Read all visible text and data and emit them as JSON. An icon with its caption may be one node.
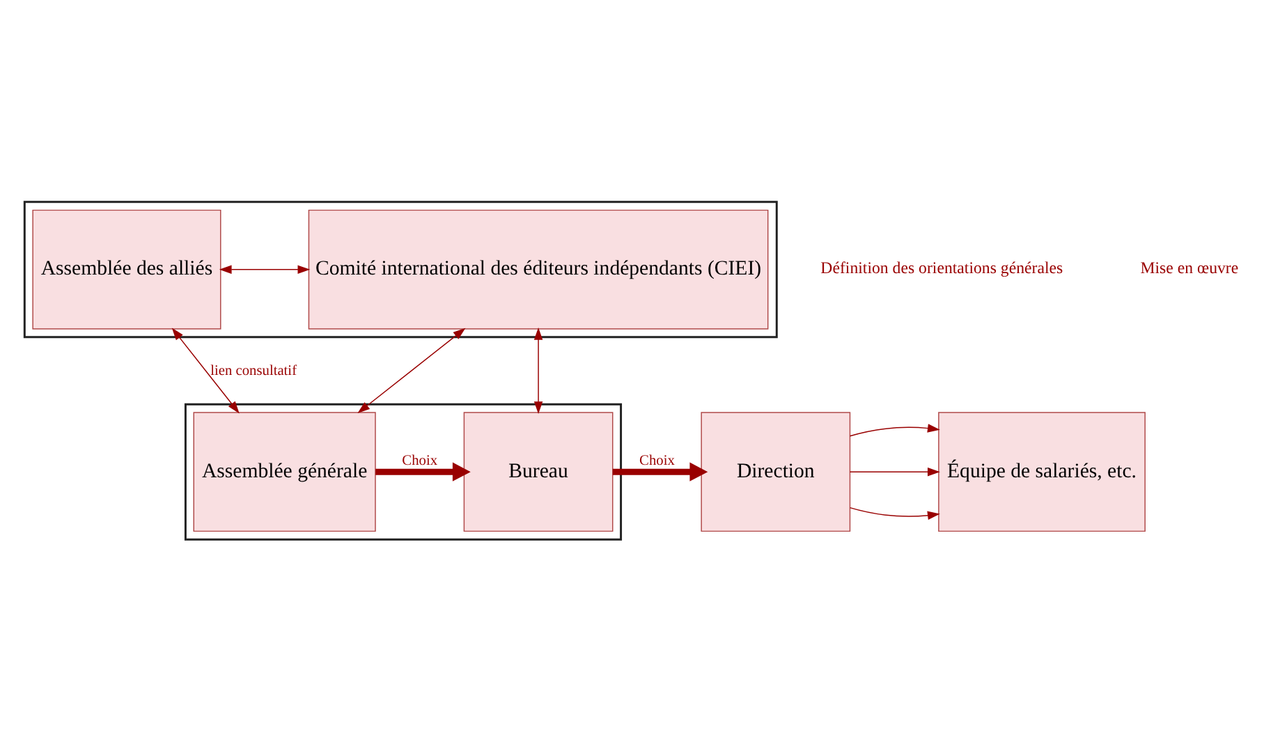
{
  "diagram": {
    "nodes": [
      {
        "text": [],
        "shape": "box"
      },
      {
        "text": [
          "Assemblée des alliés"
        ],
        "in": 0
      },
      {
        "text": [
          "Comité international des éditeurs indépendants (CIEI)"
        ],
        "in": 0
      },
      {
        "text": [],
        "shape": "box"
      },
      {
        "text": [
          "Assemblée générale"
        ],
        "in": 3
      },
      {
        "text": [
          "Bureau"
        ],
        "in": 3
      },
      {
        "text": [
          "Direction"
        ]
      },
      {
        "text": [
          "Équipe de salariés, etc."
        ]
      }
    ],
    "edges": [
      {
        "from": 1,
        "to": 2,
        "arrow": "both"
      },
      {
        "from": 1,
        "to": 4,
        "arrow": "both",
        "label": "lien consultatif"
      },
      {
        "from": 2,
        "to": 4,
        "arrow": "both"
      },
      {
        "from": 2,
        "to": 5,
        "arrow": "both"
      },
      {
        "from": 4,
        "to": 5,
        "arrow": "to",
        "label": "Choix",
        "style": "thick"
      },
      {
        "from": 5,
        "to": 6,
        "arrow": "to",
        "label": "Choix",
        "style": "thick"
      },
      {
        "from": 6,
        "to": 7,
        "arrow": "to"
      },
      {
        "from": 6,
        "to": 7,
        "arrow": "to"
      },
      {
        "from": 6,
        "to": 7,
        "arrow": "to"
      }
    ],
    "labels": [
      "Définition des orientations générales",
      "Mise en œuvre"
    ]
  }
}
